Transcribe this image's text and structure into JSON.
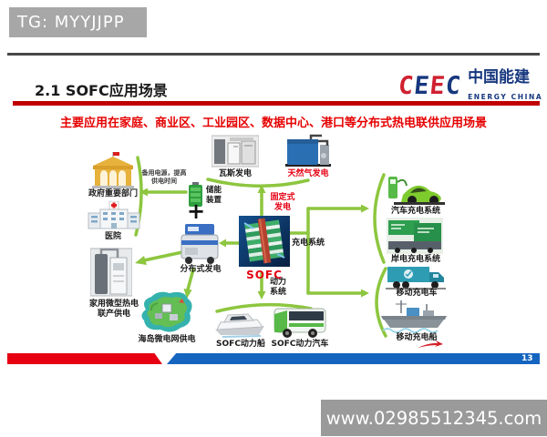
{
  "page": {
    "tg_label": "TG: MYYJJPP",
    "page_number": "13",
    "watermark": "www.02985512345.com"
  },
  "header": {
    "title": "2.1 SOFC应用场景",
    "banner": "主要应用在家庭、商业区、工业园区、数据中心、港口等分布式热电联供应用场景",
    "logo": {
      "mark": "CEEC",
      "cn": "中国能建",
      "en": "ENERGY CHINA"
    }
  },
  "diagram": {
    "top": {
      "gas_label": "瓦斯发电",
      "natural_gas_label": "天然气发电"
    },
    "left": {
      "gov_label": "政府重要部门",
      "hospital_label": "医院",
      "backup_line1": "备用电源，提高",
      "backup_line2": "供电时间",
      "storage_line1": "储能",
      "storage_line2": "装置",
      "plus": "+",
      "distributed_label": "分布式发电",
      "home_line1": "家用微型热电",
      "home_line2": "联产供电",
      "island_label": "海岛微电网供电"
    },
    "center": {
      "fixed_line1": "固定式",
      "fixed_line2": "发电",
      "sofc_label": "SOFC",
      "charging_label": "充电系统",
      "power_line1": "动力",
      "power_line2": "系统",
      "boat_label": "SOFC动力船",
      "bus_label": "SOFC动力汽车"
    },
    "right": {
      "car_label": "汽车充电系统",
      "shore_label": "岸电充电系统",
      "truck_label": "移动充电车",
      "ship_label": "移动充电船"
    }
  },
  "colors": {
    "accent_green": "#8dc63f",
    "accent_red": "#e60012",
    "bar_blue": "#1565c0",
    "logo_blue": "#17377e",
    "title_rule_red": "#c00000"
  }
}
